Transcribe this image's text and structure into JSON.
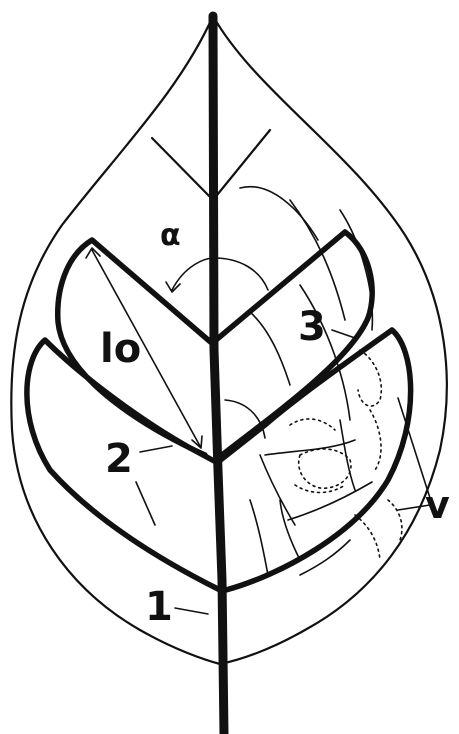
{
  "diagram": {
    "labels": {
      "alpha": "α",
      "lo": "lo",
      "order_1": "1",
      "order_2": "2",
      "order_3": "3",
      "veinlets": "v"
    },
    "colors": {
      "ink": "#111111",
      "paper": "#ffffff"
    }
  }
}
